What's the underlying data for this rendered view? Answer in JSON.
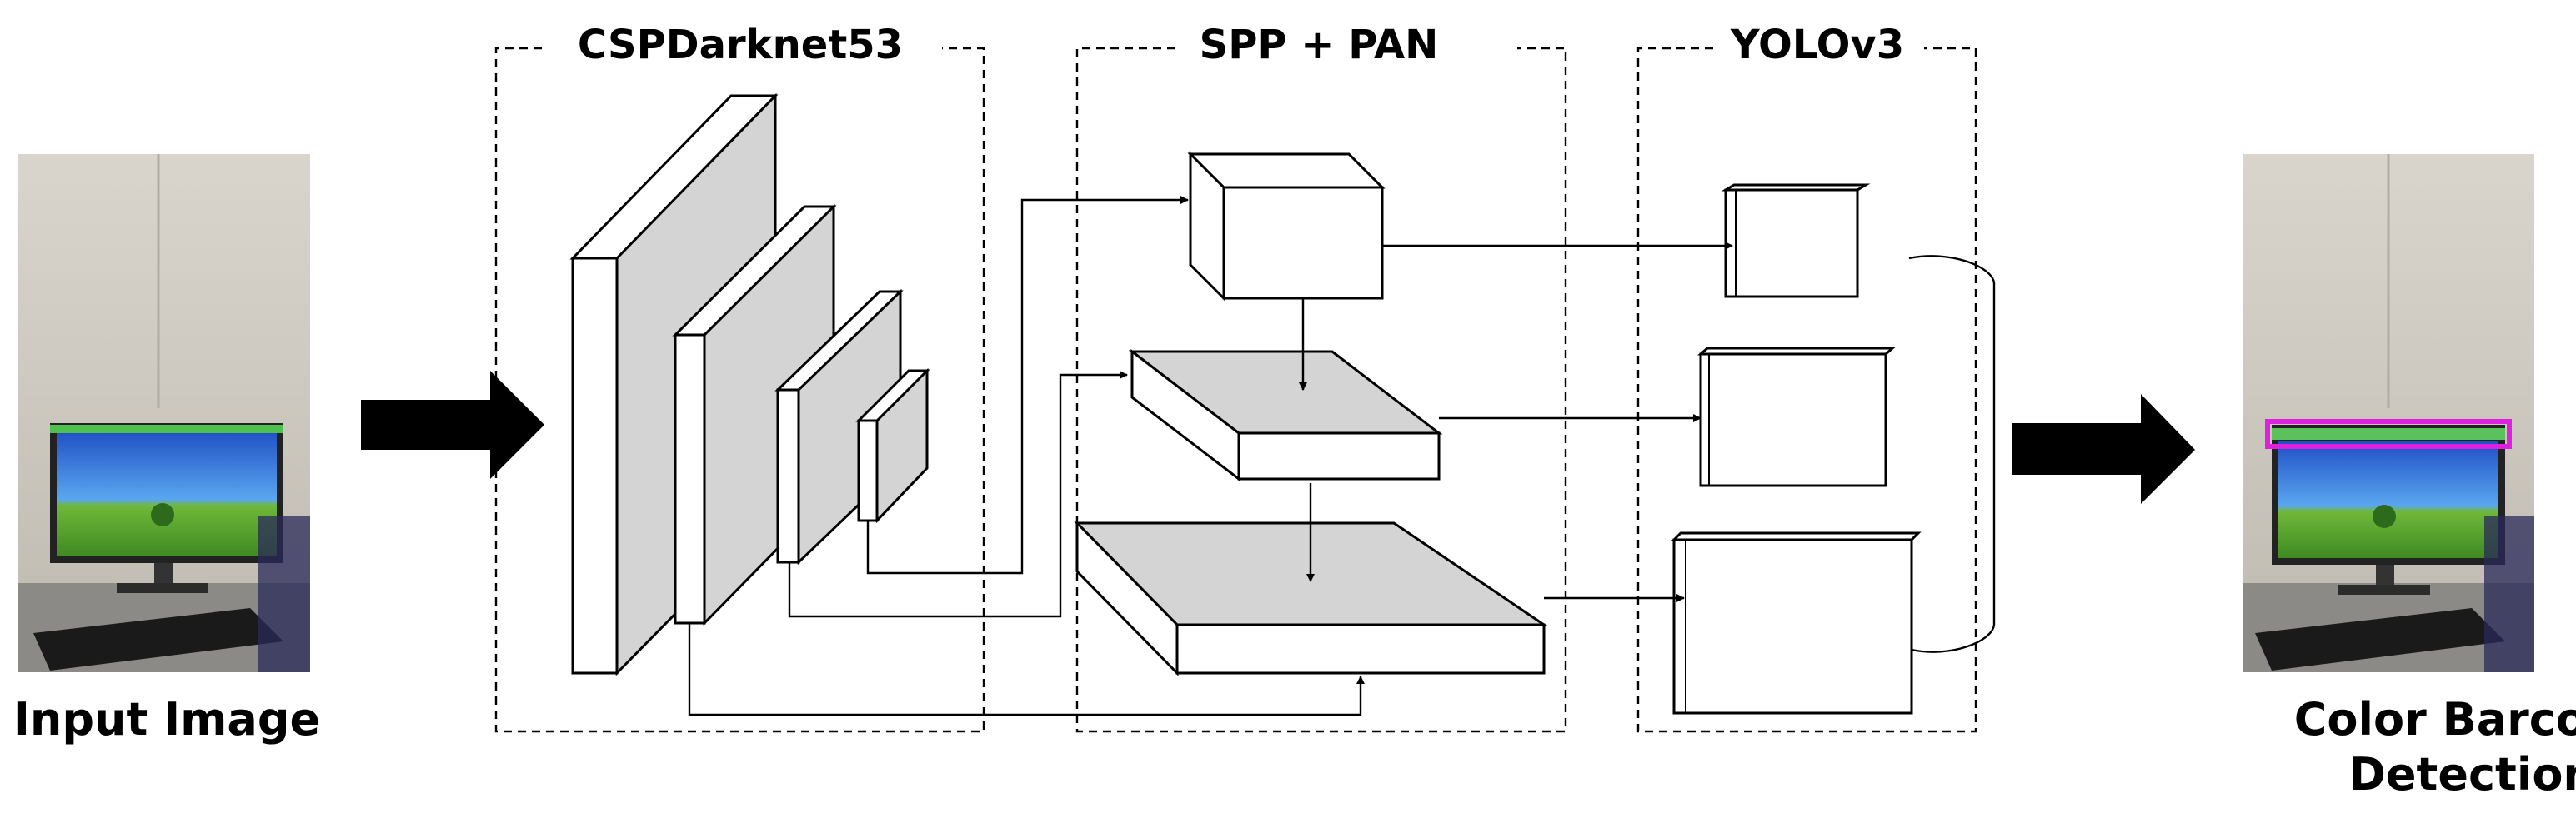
{
  "title_backbone": "CSPDarknet53",
  "title_neck": "SPP + PAN",
  "title_head": "YOLOv3",
  "input_label": "Input Image",
  "output_label_line1": "Color Barcode",
  "output_label_line2": "Detection",
  "colors": {
    "block_face_gray": "#d4d4d4",
    "block_face_white": "#ffffff",
    "stroke": "#000000",
    "detection_box": "#e020e0",
    "monitor_screen_sky": "#2f6ed8",
    "monitor_screen_grass": "#4c9a2a",
    "wall": "#cfcac2"
  },
  "icons": {
    "input_arrow": "right-arrow-icon",
    "output_arrow": "right-arrow-icon"
  }
}
